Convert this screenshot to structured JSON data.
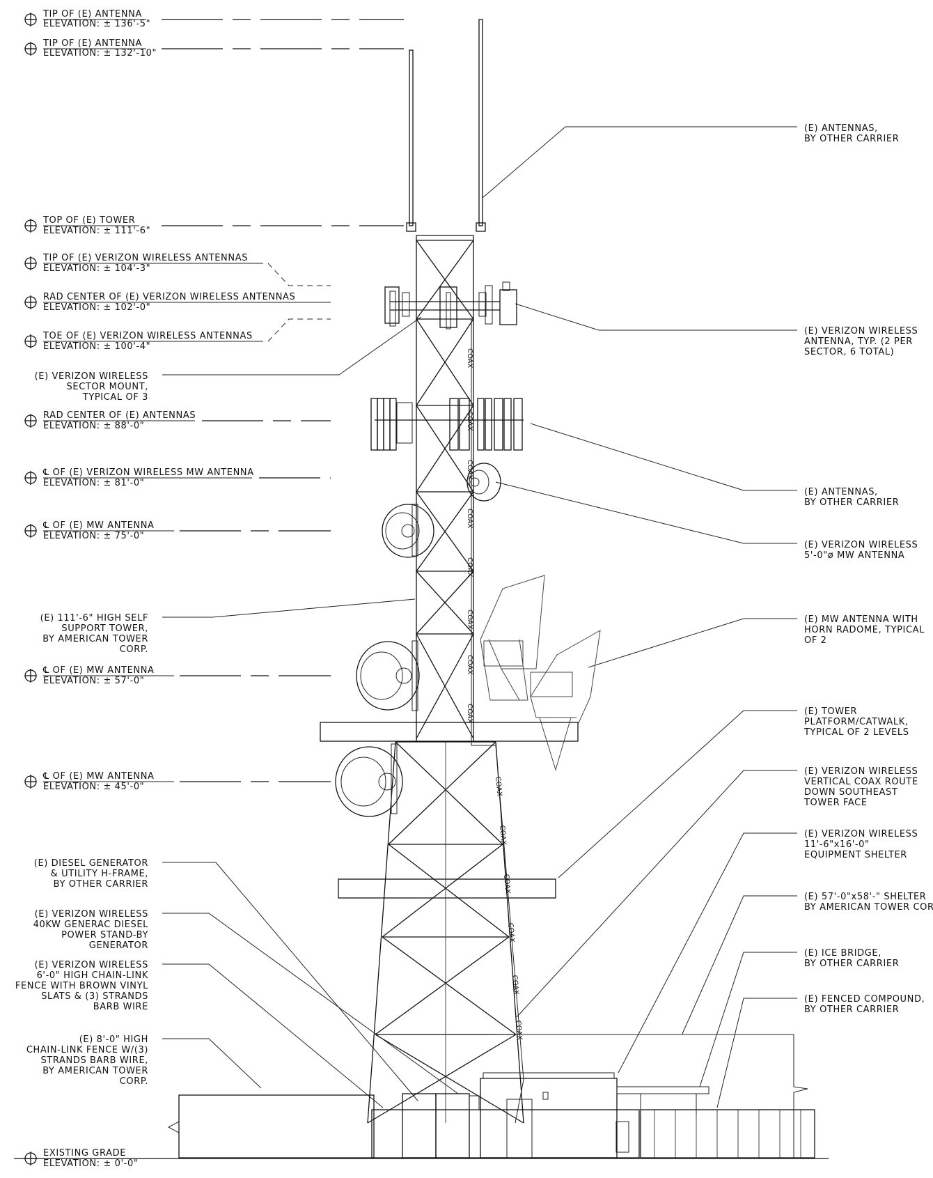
{
  "elevations": [
    {
      "title": "TIP OF (E) ANTENNA",
      "value": "ELEVATION: ± 136'-5\""
    },
    {
      "title": "TIP OF (E) ANTENNA",
      "value": "ELEVATION: ± 132'-10\""
    },
    {
      "title": "TOP OF (E) TOWER",
      "value": "ELEVATION: ± 111'-6\""
    },
    {
      "title": "TIP OF (E) VERIZON WIRELESS ANTENNAS",
      "value": "ELEVATION: ± 104'-3\""
    },
    {
      "title": "RAD CENTER OF (E) VERIZON WIRELESS ANTENNAS",
      "value": "ELEVATION: ± 102'-0\""
    },
    {
      "title": "TOE OF (E) VERIZON WIRELESS ANTENNAS",
      "value": "ELEVATION: ± 100'-4\""
    },
    {
      "title": "RAD CENTER OF (E) ANTENNAS",
      "value": "ELEVATION: ± 88'-0\""
    },
    {
      "title": "℄ OF (E) VERIZON WIRELESS MW ANTENNA",
      "value": "ELEVATION: ± 81'-0\""
    },
    {
      "title": "℄ OF (E) MW ANTENNA",
      "value": "ELEVATION: ± 75'-0\""
    },
    {
      "title": "℄ OF (E) MW ANTENNA",
      "value": "ELEVATION: ± 57'-0\""
    },
    {
      "title": "℄ OF (E) MW ANTENNA",
      "value": "ELEVATION: ± 45'-0\""
    },
    {
      "title": "EXISTING GRADE",
      "value": "ELEVATION: ± 0'-0\""
    }
  ],
  "left_notes": [
    [
      "(E) VERIZON WIRELESS",
      "SECTOR MOUNT,",
      "TYPICAL OF 3"
    ],
    [
      "(E) 111'-6\" HIGH SELF",
      "SUPPORT TOWER,",
      "BY AMERICAN TOWER",
      "CORP."
    ],
    [
      "(E) DIESEL GENERATOR",
      "& UTILITY H-FRAME,",
      "BY OTHER CARRIER"
    ],
    [
      "(E) VERIZON WIRELESS",
      "40KW GENERAC DIESEL",
      "POWER STAND-BY",
      "GENERATOR"
    ],
    [
      "(E) VERIZON WIRELESS",
      "6'-0\" HIGH CHAIN-LINK",
      "FENCE WITH BROWN VINYL",
      "SLATS & (3) STRANDS",
      "BARB WIRE"
    ],
    [
      "(E) 8'-0\" HIGH",
      "CHAIN-LINK FENCE W/(3)",
      "STRANDS BARB WIRE,",
      "BY AMERICAN TOWER",
      "CORP."
    ]
  ],
  "right_notes": [
    [
      "(E) ANTENNAS,",
      "BY OTHER CARRIER"
    ],
    [
      "(E) VERIZON WIRELESS",
      "ANTENNA, TYP. (2 PER",
      "SECTOR, 6 TOTAL)"
    ],
    [
      "(E) ANTENNAS,",
      "BY OTHER CARRIER"
    ],
    [
      "(E) VERIZON WIRELESS",
      "5'-0\"ø MW ANTENNA"
    ],
    [
      "(E) MW ANTENNA WITH",
      "HORN RADOME, TYPICAL",
      "OF 2"
    ],
    [
      "(E) TOWER",
      "PLATFORM/CATWALK,",
      "TYPICAL OF 2 LEVELS"
    ],
    [
      "(E) VERIZON WIRELESS",
      "VERTICAL COAX ROUTE",
      "DOWN SOUTHEAST",
      "TOWER FACE"
    ],
    [
      "(E) VERIZON WIRELESS",
      "11'-6\"x16'-0\"",
      "EQUIPMENT SHELTER"
    ],
    [
      "(E) 57'-0\"x58'-\" SHELTER",
      "BY AMERICAN TOWER CORP."
    ],
    [
      "(E) ICE BRIDGE,",
      "BY OTHER CARRIER"
    ],
    [
      "(E) FENCED COMPOUND,",
      "BY OTHER CARRIER"
    ]
  ],
  "coax_label": "COAX"
}
